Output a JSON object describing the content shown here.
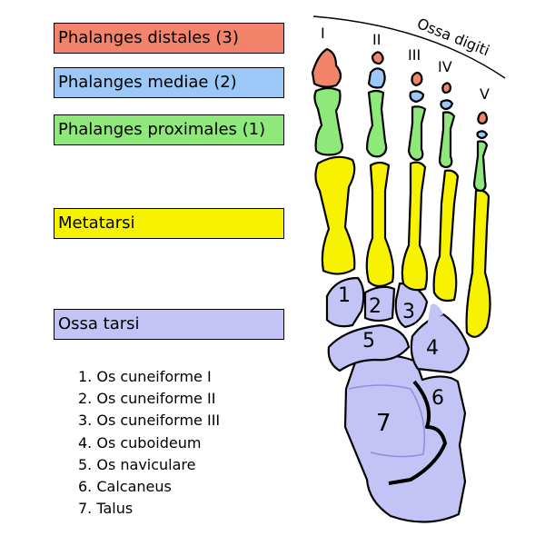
{
  "legend": [
    {
      "label": "Phalanges distales (3)",
      "color": "#f3836b"
    },
    {
      "label": "Phalanges mediae (2)",
      "color": "#9cc8f8"
    },
    {
      "label": "Phalanges proximales (1)",
      "color": "#8ee87a"
    },
    {
      "label": "Metatarsi",
      "color": "#f7f200"
    },
    {
      "label": "Ossa tarsi",
      "color": "#c3c3f6"
    }
  ],
  "digits_label": "Ossa digiti",
  "roman_numerals": [
    "I",
    "II",
    "III",
    "IV",
    "V"
  ],
  "bone_numbers": [
    "1",
    "2",
    "3",
    "4",
    "5",
    "6",
    "7"
  ],
  "key": [
    "1. Os cuneiforme I",
    "2. Os cuneiforme II",
    "3. Os cuneiforme III",
    "4. Os cuboideum",
    "5. Os naviculare",
    "6. Calcaneus",
    "7. Talus"
  ]
}
